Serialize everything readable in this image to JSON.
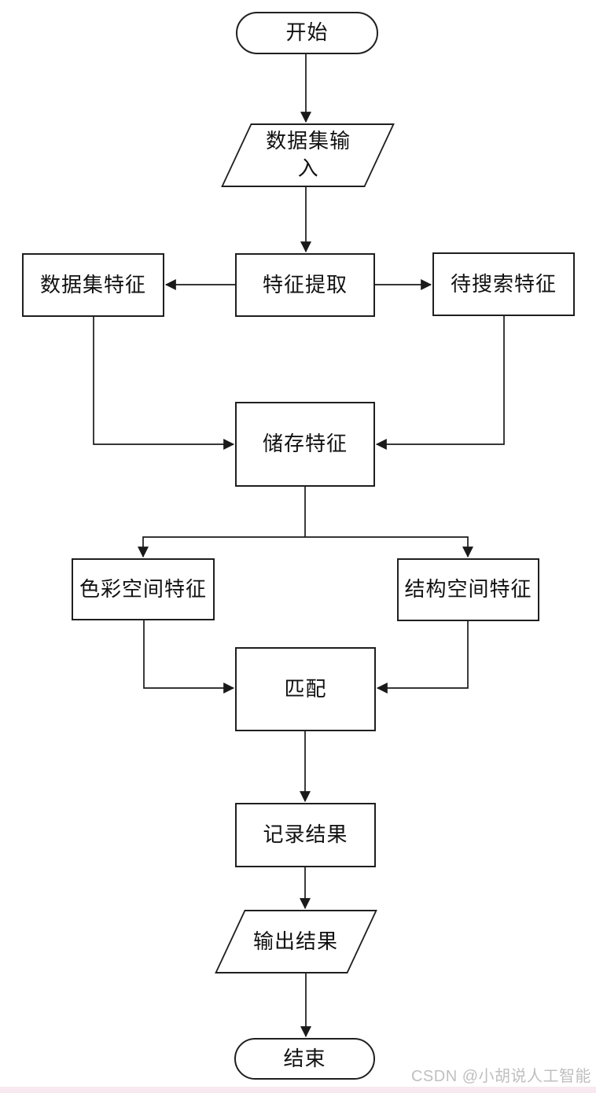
{
  "diagram": {
    "type": "flowchart",
    "nodes": [
      {
        "id": "start",
        "label": "开始",
        "shape": "terminator"
      },
      {
        "id": "dataset_input",
        "label": "数据集输入",
        "shape": "io"
      },
      {
        "id": "feature_extraction",
        "label": "特征提取",
        "shape": "process"
      },
      {
        "id": "dataset_features",
        "label": "数据集特征",
        "shape": "process"
      },
      {
        "id": "search_features",
        "label": "待搜索特征",
        "shape": "process"
      },
      {
        "id": "store_features",
        "label": "储存特征",
        "shape": "process"
      },
      {
        "id": "color_space_features",
        "label": "色彩空间特征",
        "shape": "process"
      },
      {
        "id": "structure_space_features",
        "label": "结构空间特征",
        "shape": "process"
      },
      {
        "id": "match",
        "label": "匹配",
        "shape": "process"
      },
      {
        "id": "record_results",
        "label": "记录结果",
        "shape": "process"
      },
      {
        "id": "output_results",
        "label": "输出结果",
        "shape": "io"
      },
      {
        "id": "end",
        "label": "结束",
        "shape": "terminator"
      }
    ],
    "edges": [
      {
        "from": "start",
        "to": "dataset_input"
      },
      {
        "from": "dataset_input",
        "to": "feature_extraction"
      },
      {
        "from": "feature_extraction",
        "to": "dataset_features"
      },
      {
        "from": "feature_extraction",
        "to": "search_features"
      },
      {
        "from": "dataset_features",
        "to": "store_features"
      },
      {
        "from": "search_features",
        "to": "store_features"
      },
      {
        "from": "store_features",
        "to": "color_space_features"
      },
      {
        "from": "store_features",
        "to": "structure_space_features"
      },
      {
        "from": "color_space_features",
        "to": "match"
      },
      {
        "from": "structure_space_features",
        "to": "match"
      },
      {
        "from": "match",
        "to": "record_results"
      },
      {
        "from": "record_results",
        "to": "output_results"
      },
      {
        "from": "output_results",
        "to": "end"
      }
    ]
  },
  "watermark": {
    "text": "CSDN @小胡说人工智能"
  },
  "colors": {
    "line": "#1a1a1a",
    "node_border": "#1f1f1f",
    "watermark": "#bfbfbf",
    "footer_strip": "#f7e9ef"
  }
}
